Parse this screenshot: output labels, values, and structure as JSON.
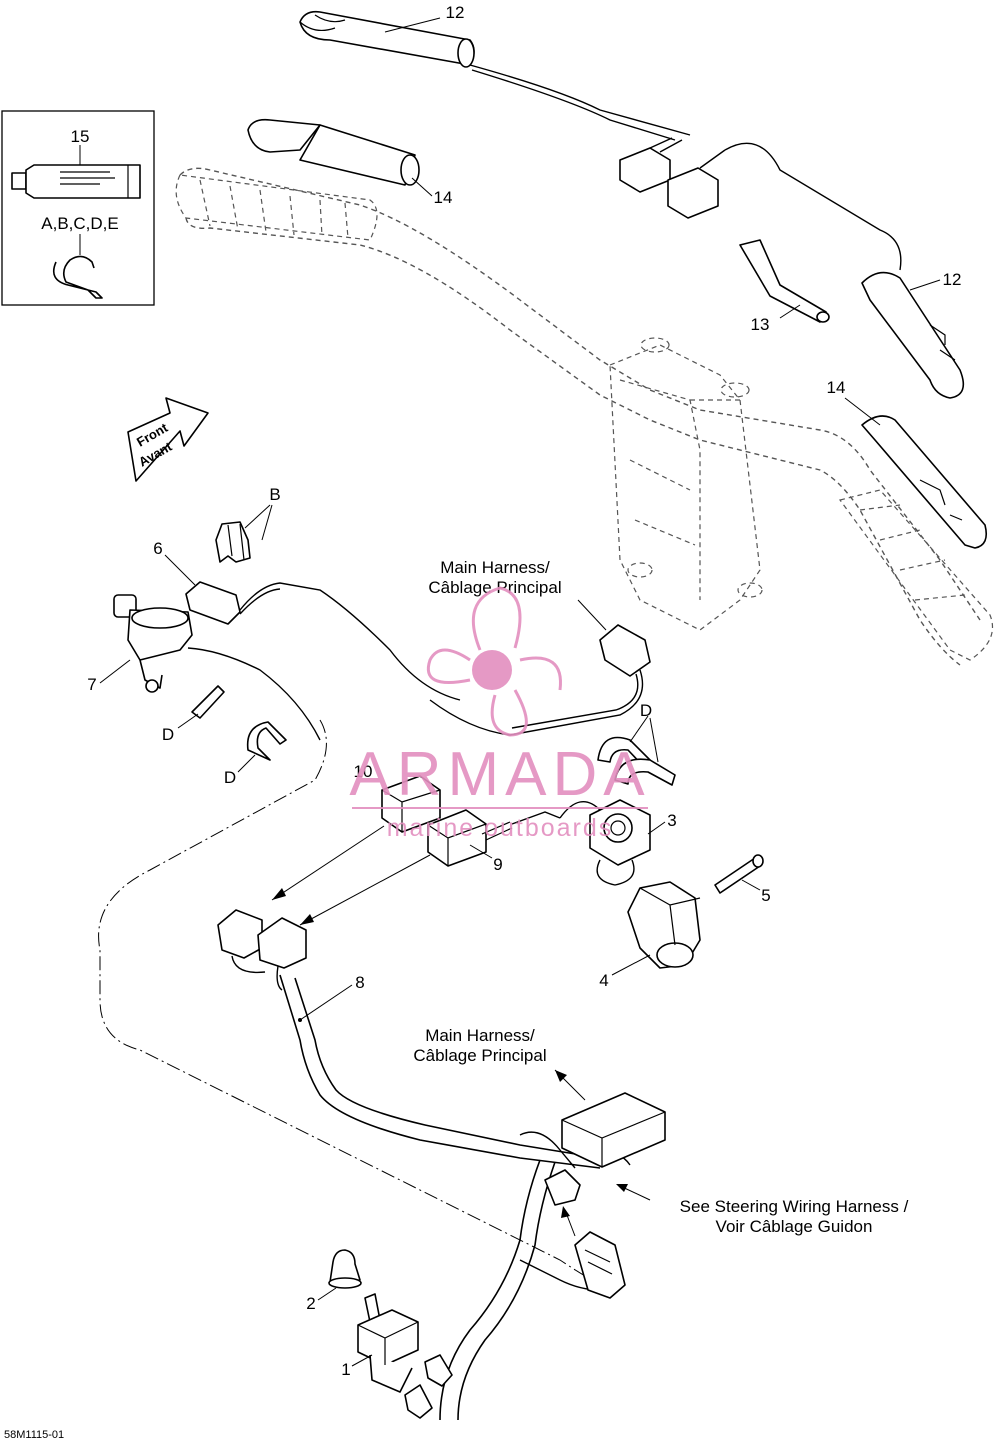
{
  "diagram_id": "58M1115-01",
  "direction_label": {
    "line1": "Front",
    "line2": "Avant"
  },
  "callouts": {
    "c1": "1",
    "c2": "2",
    "c3": "3",
    "c4": "4",
    "c5": "5",
    "c6": "6",
    "c7": "7",
    "c8": "8",
    "c9": "9",
    "c10": "10",
    "c12a": "12",
    "c12b": "12",
    "c13": "13",
    "c14a": "14",
    "c14b": "14",
    "c15": "15",
    "cB": "B",
    "cD1": "D",
    "cD2": "D",
    "cD3": "D",
    "kit_label": "A,B,C,D,E"
  },
  "captions": {
    "main_harness_1": {
      "line1": "Main Harness/",
      "line2": "Câblage Principal"
    },
    "main_harness_2": {
      "line1": "Main Harness/",
      "line2": "Câblage Principal"
    },
    "steering_harness": {
      "line1": "See Steering Wiring Harness /",
      "line2": "Voir Câblage Guidon"
    }
  },
  "watermark": {
    "brand": "ARMADA",
    "tagline": "marine outboards",
    "color": "#e38fbf"
  }
}
